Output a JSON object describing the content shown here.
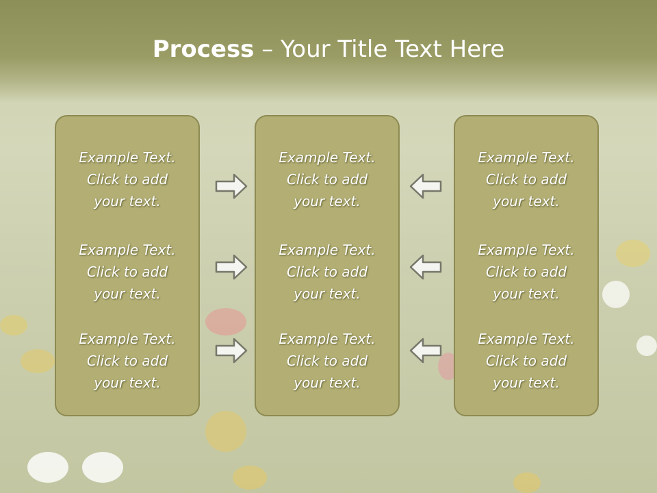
{
  "title": {
    "bold": "Process",
    "rest": " – Your Title Text Here"
  },
  "columns": [
    {
      "items": [
        {
          "line1": "Example Text.",
          "line2": "Click  to add",
          "line3": "your text."
        },
        {
          "line1": "Example Text.",
          "line2": "Click  to add",
          "line3": "your text."
        },
        {
          "line1": "Example Text.",
          "line2": "Click  to add",
          "line3": "your text."
        }
      ]
    },
    {
      "items": [
        {
          "line1": "Example Text.",
          "line2": "Click  to add",
          "line3": "your text."
        },
        {
          "line1": "Example Text.",
          "line2": "Click  to add",
          "line3": "your text."
        },
        {
          "line1": "Example Text.",
          "line2": "Click  to add",
          "line3": "your text."
        }
      ]
    },
    {
      "items": [
        {
          "line1": "Example Text.",
          "line2": "Click  to add",
          "line3": "your text."
        },
        {
          "line1": "Example Text.",
          "line2": "Click  to add",
          "line3": "your text."
        },
        {
          "line1": "Example Text.",
          "line2": "Click  to add",
          "line3": "your text."
        }
      ]
    }
  ],
  "arrows": {
    "left_group": "right-arrow-icon",
    "right_group": "left-arrow-icon"
  },
  "colors": {
    "title_band": "#8d8f58",
    "panel": "#b2ae74",
    "panel_border": "#8d8a52",
    "text": "#ffffff"
  }
}
